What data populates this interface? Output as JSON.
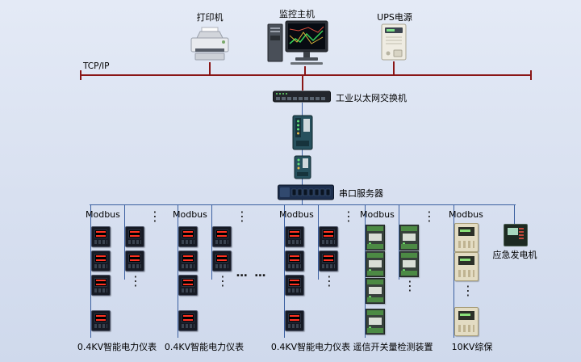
{
  "diagram": {
    "top_devices": [
      {
        "label": "打印机"
      },
      {
        "label": "监控主机"
      },
      {
        "label": "UPS电源"
      }
    ],
    "backbone": {
      "label": "TCP/IP"
    },
    "switch": {
      "label": "工业以太网交换机"
    },
    "serial_server": {
      "label": "串口服务器"
    },
    "groups": [
      {
        "bus": "Modbus",
        "label": "0.4KV智能电力仪表"
      },
      {
        "bus": "Modbus",
        "label": "0.4KV智能电力仪表"
      },
      {
        "bus": "Modbus",
        "label": "0.4KV智能电力仪表"
      },
      {
        "bus": "Modbus",
        "label": "遥信开关量检测装置"
      },
      {
        "bus": "Modbus",
        "label": "10KV综保"
      }
    ],
    "generator": {
      "label": "应急发电机"
    },
    "glyphs": {
      "vdots": "⋮",
      "hdots": "… …"
    },
    "colors": {
      "backbone": "#8a1616",
      "line": "#3a5fa0",
      "background": "#d8e0f0"
    }
  }
}
